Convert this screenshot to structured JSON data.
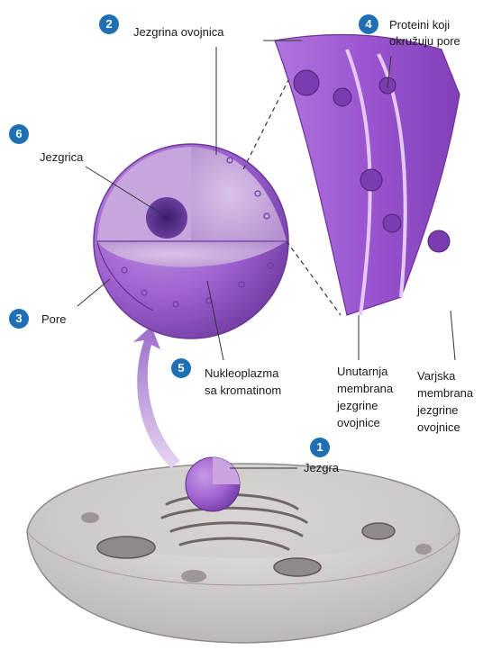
{
  "colors": {
    "badge": "#1f6fb5",
    "nucleus_purple": "#8e4fc4",
    "membrane_purple": "#a863d8",
    "cell_gray": "#d6d3d2"
  },
  "badges": [
    "1",
    "2",
    "3",
    "4",
    "5",
    "6"
  ],
  "labels": {
    "nucleus": "Jezgra",
    "nuclear_envelope": "Jezgrina ovojnica",
    "pore": "Pore",
    "pore_proteins_1": "Proteini koji",
    "pore_proteins_2": "okružuju pore",
    "nucleoplasm_1": "Nukleoplazma",
    "nucleoplasm_2": "sa kromatinom",
    "nucleolus": "Jezgrica",
    "inner_membrane": [
      "Unutarnja",
      "membrana",
      "jezgrine",
      "ovojnice"
    ],
    "outer_membrane": [
      "Varjska",
      "membrana",
      "jezgrine",
      "ovojnice"
    ]
  }
}
